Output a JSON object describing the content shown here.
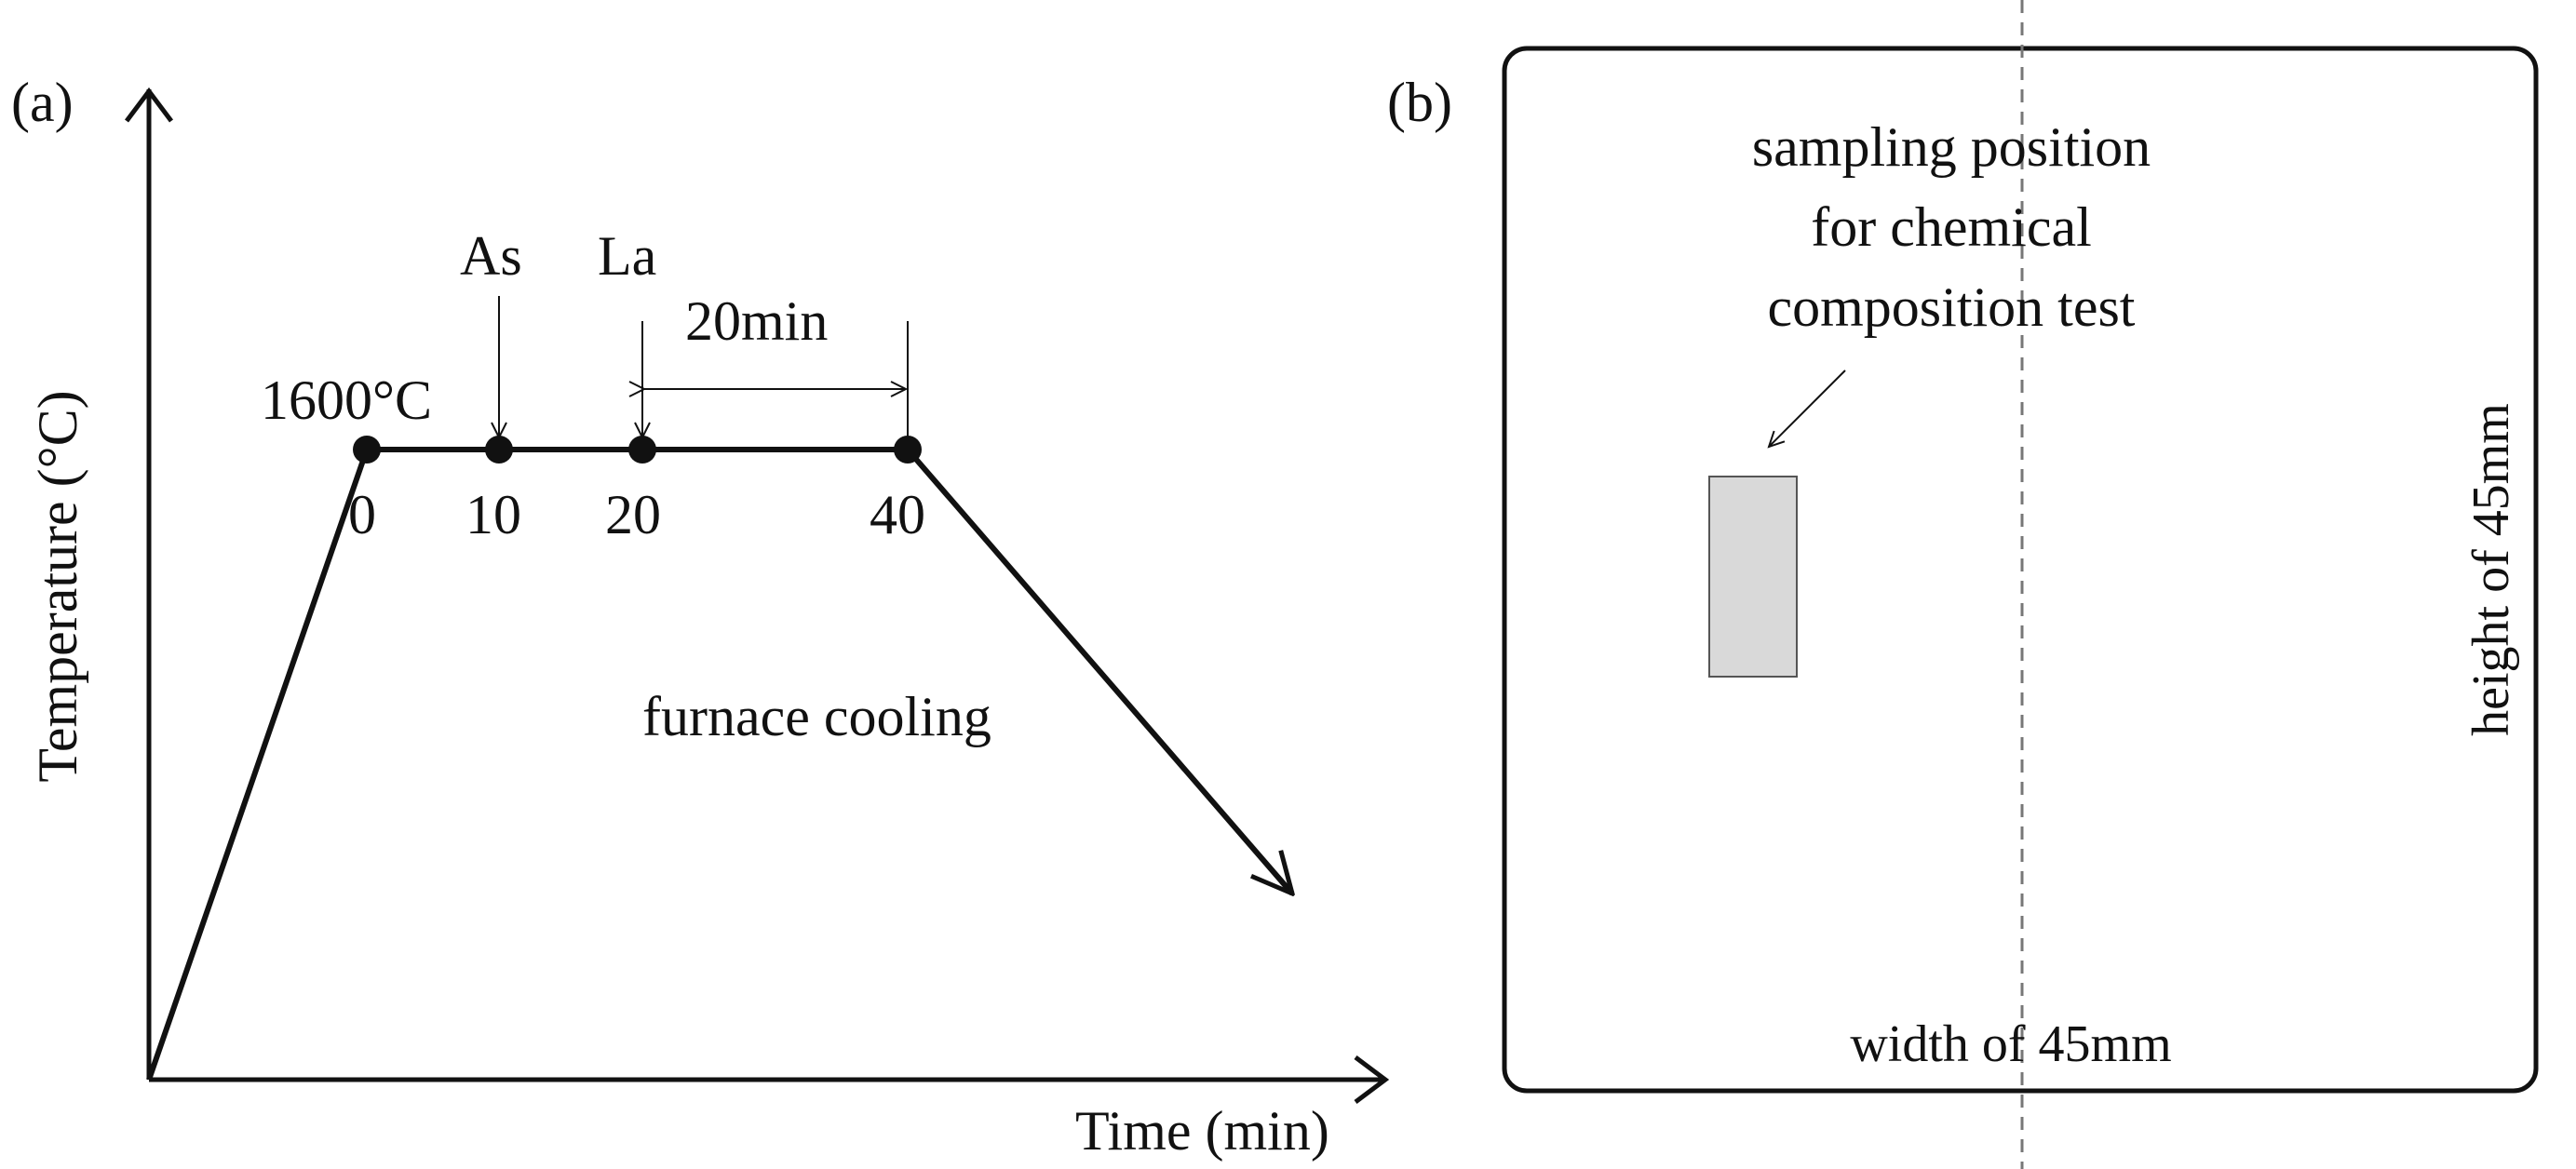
{
  "colors": {
    "ink": "#111111",
    "sample_fill": "#d9d9d9",
    "background": "#ffffff"
  },
  "panel_a": {
    "label": "(a)",
    "y_axis_label": "Temperature (°C)",
    "x_axis_label": "Time (min)",
    "temperature_label": "1600°C",
    "additions": [
      "As",
      "La"
    ],
    "hold_duration": "20min",
    "time_points": [
      "0",
      "10",
      "20",
      "40"
    ],
    "cooling_label": "furnace cooling"
  },
  "panel_b": {
    "label": "(b)",
    "sampling_text": [
      "sampling position",
      "for chemical",
      "composition test"
    ],
    "width_label": "width of 45mm",
    "height_label": "height of 45mm"
  }
}
